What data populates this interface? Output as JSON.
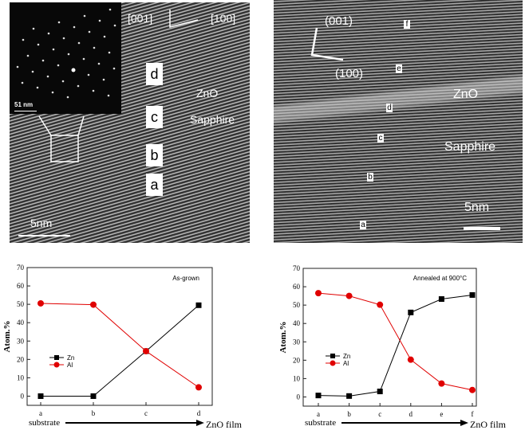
{
  "panel_left_image": {
    "inset_scale": "51 nm",
    "direction_1": "[001]",
    "direction_2": "[100]",
    "labels": [
      "d",
      "c",
      "b",
      "a"
    ],
    "layer_top": "ZnO",
    "layer_bottom": "Sapphire",
    "scale": "5nm"
  },
  "panel_right_image": {
    "direction_1": "(001)",
    "direction_2": "(100)",
    "labels": [
      "f",
      "e",
      "d",
      "c",
      "b",
      "a"
    ],
    "layer_top": "ZnO",
    "layer_bottom": "Sapphire",
    "scale": "5nm"
  },
  "chart_data": [
    {
      "type": "line",
      "annotation": "As-grown",
      "ylabel": "Atom.%",
      "ylim": [
        -5,
        70
      ],
      "yticks": [
        0,
        10,
        20,
        30,
        40,
        50,
        60,
        70
      ],
      "categories": [
        "a",
        "b",
        "c",
        "d"
      ],
      "xlabel_left": "substrate",
      "xlabel_right": "ZnO film",
      "legend": "middle-left",
      "series": [
        {
          "name": "Zn",
          "color": "#000000",
          "marker": "square",
          "values": [
            0,
            0,
            24.5,
            49.5
          ]
        },
        {
          "name": "Al",
          "color": "#e00000",
          "marker": "circle",
          "values": [
            50.5,
            49.8,
            24.5,
            4.8
          ]
        }
      ]
    },
    {
      "type": "line",
      "annotation": "Annealed at 900°C",
      "ylabel": "Atom.%",
      "ylim": [
        -5,
        70
      ],
      "yticks": [
        0,
        10,
        20,
        30,
        40,
        50,
        60,
        70
      ],
      "categories": [
        "a",
        "b",
        "c",
        "d",
        "e",
        "f"
      ],
      "xlabel_left": "substrate",
      "xlabel_right": "ZnO film",
      "legend": "middle-left",
      "series": [
        {
          "name": "Zn",
          "color": "#000000",
          "marker": "square",
          "values": [
            0.8,
            0.5,
            3,
            46,
            53.3,
            55.5
          ]
        },
        {
          "name": "Al",
          "color": "#e00000",
          "marker": "circle",
          "values": [
            56.5,
            55,
            50.2,
            20.3,
            7.3,
            3.8
          ]
        }
      ]
    }
  ]
}
